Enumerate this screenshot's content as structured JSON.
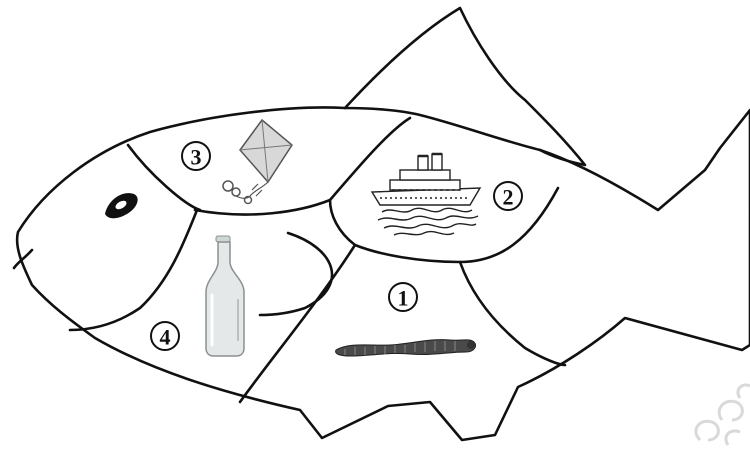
{
  "diagram": {
    "regions": [
      {
        "label": "1",
        "picture": "caterpillar"
      },
      {
        "label": "2",
        "picture": "steamship"
      },
      {
        "label": "3",
        "picture": "kite"
      },
      {
        "label": "4",
        "picture": "glass-bottle"
      }
    ],
    "colors": {
      "outline": "#111111",
      "background": "#ffffff",
      "bottle_glass": "#e4e8e8",
      "kite_fill": "#d8d8d8",
      "caterpillar": "#4a4a4a",
      "watermark": "#d9d9d9"
    }
  }
}
